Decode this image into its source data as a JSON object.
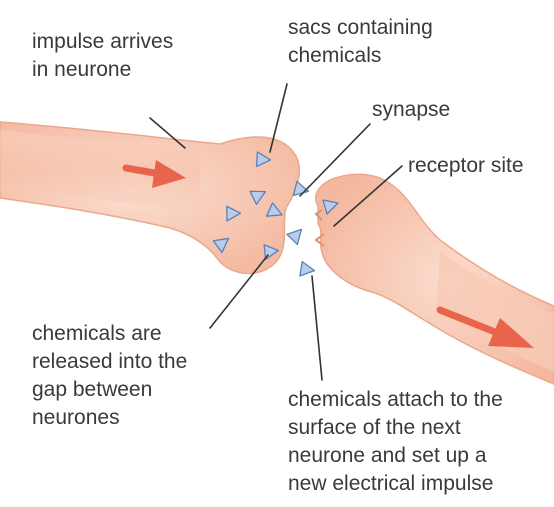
{
  "labels": {
    "impulse_arrives": [
      "impulse arrives",
      "in neurone"
    ],
    "sacs": [
      "sacs containing",
      "chemicals"
    ],
    "synapse": "synapse",
    "receptor_site": "receptor site",
    "released": [
      "chemicals are",
      "released into the",
      "gap between",
      "neurones"
    ],
    "attach": [
      "chemicals attach to the",
      "surface of the next",
      "neurone and set up a",
      "new electrical impulse"
    ]
  },
  "colors": {
    "neurone_fill": "#f6c3ad",
    "neurone_light": "#fbe0d3",
    "neurone_edge": "#e9a68a",
    "arrow": "#e8644c",
    "sac_fill": "#b9cdea",
    "sac_edge": "#5d7fb6",
    "text": "#3a3a3a",
    "leader": "#333333"
  }
}
